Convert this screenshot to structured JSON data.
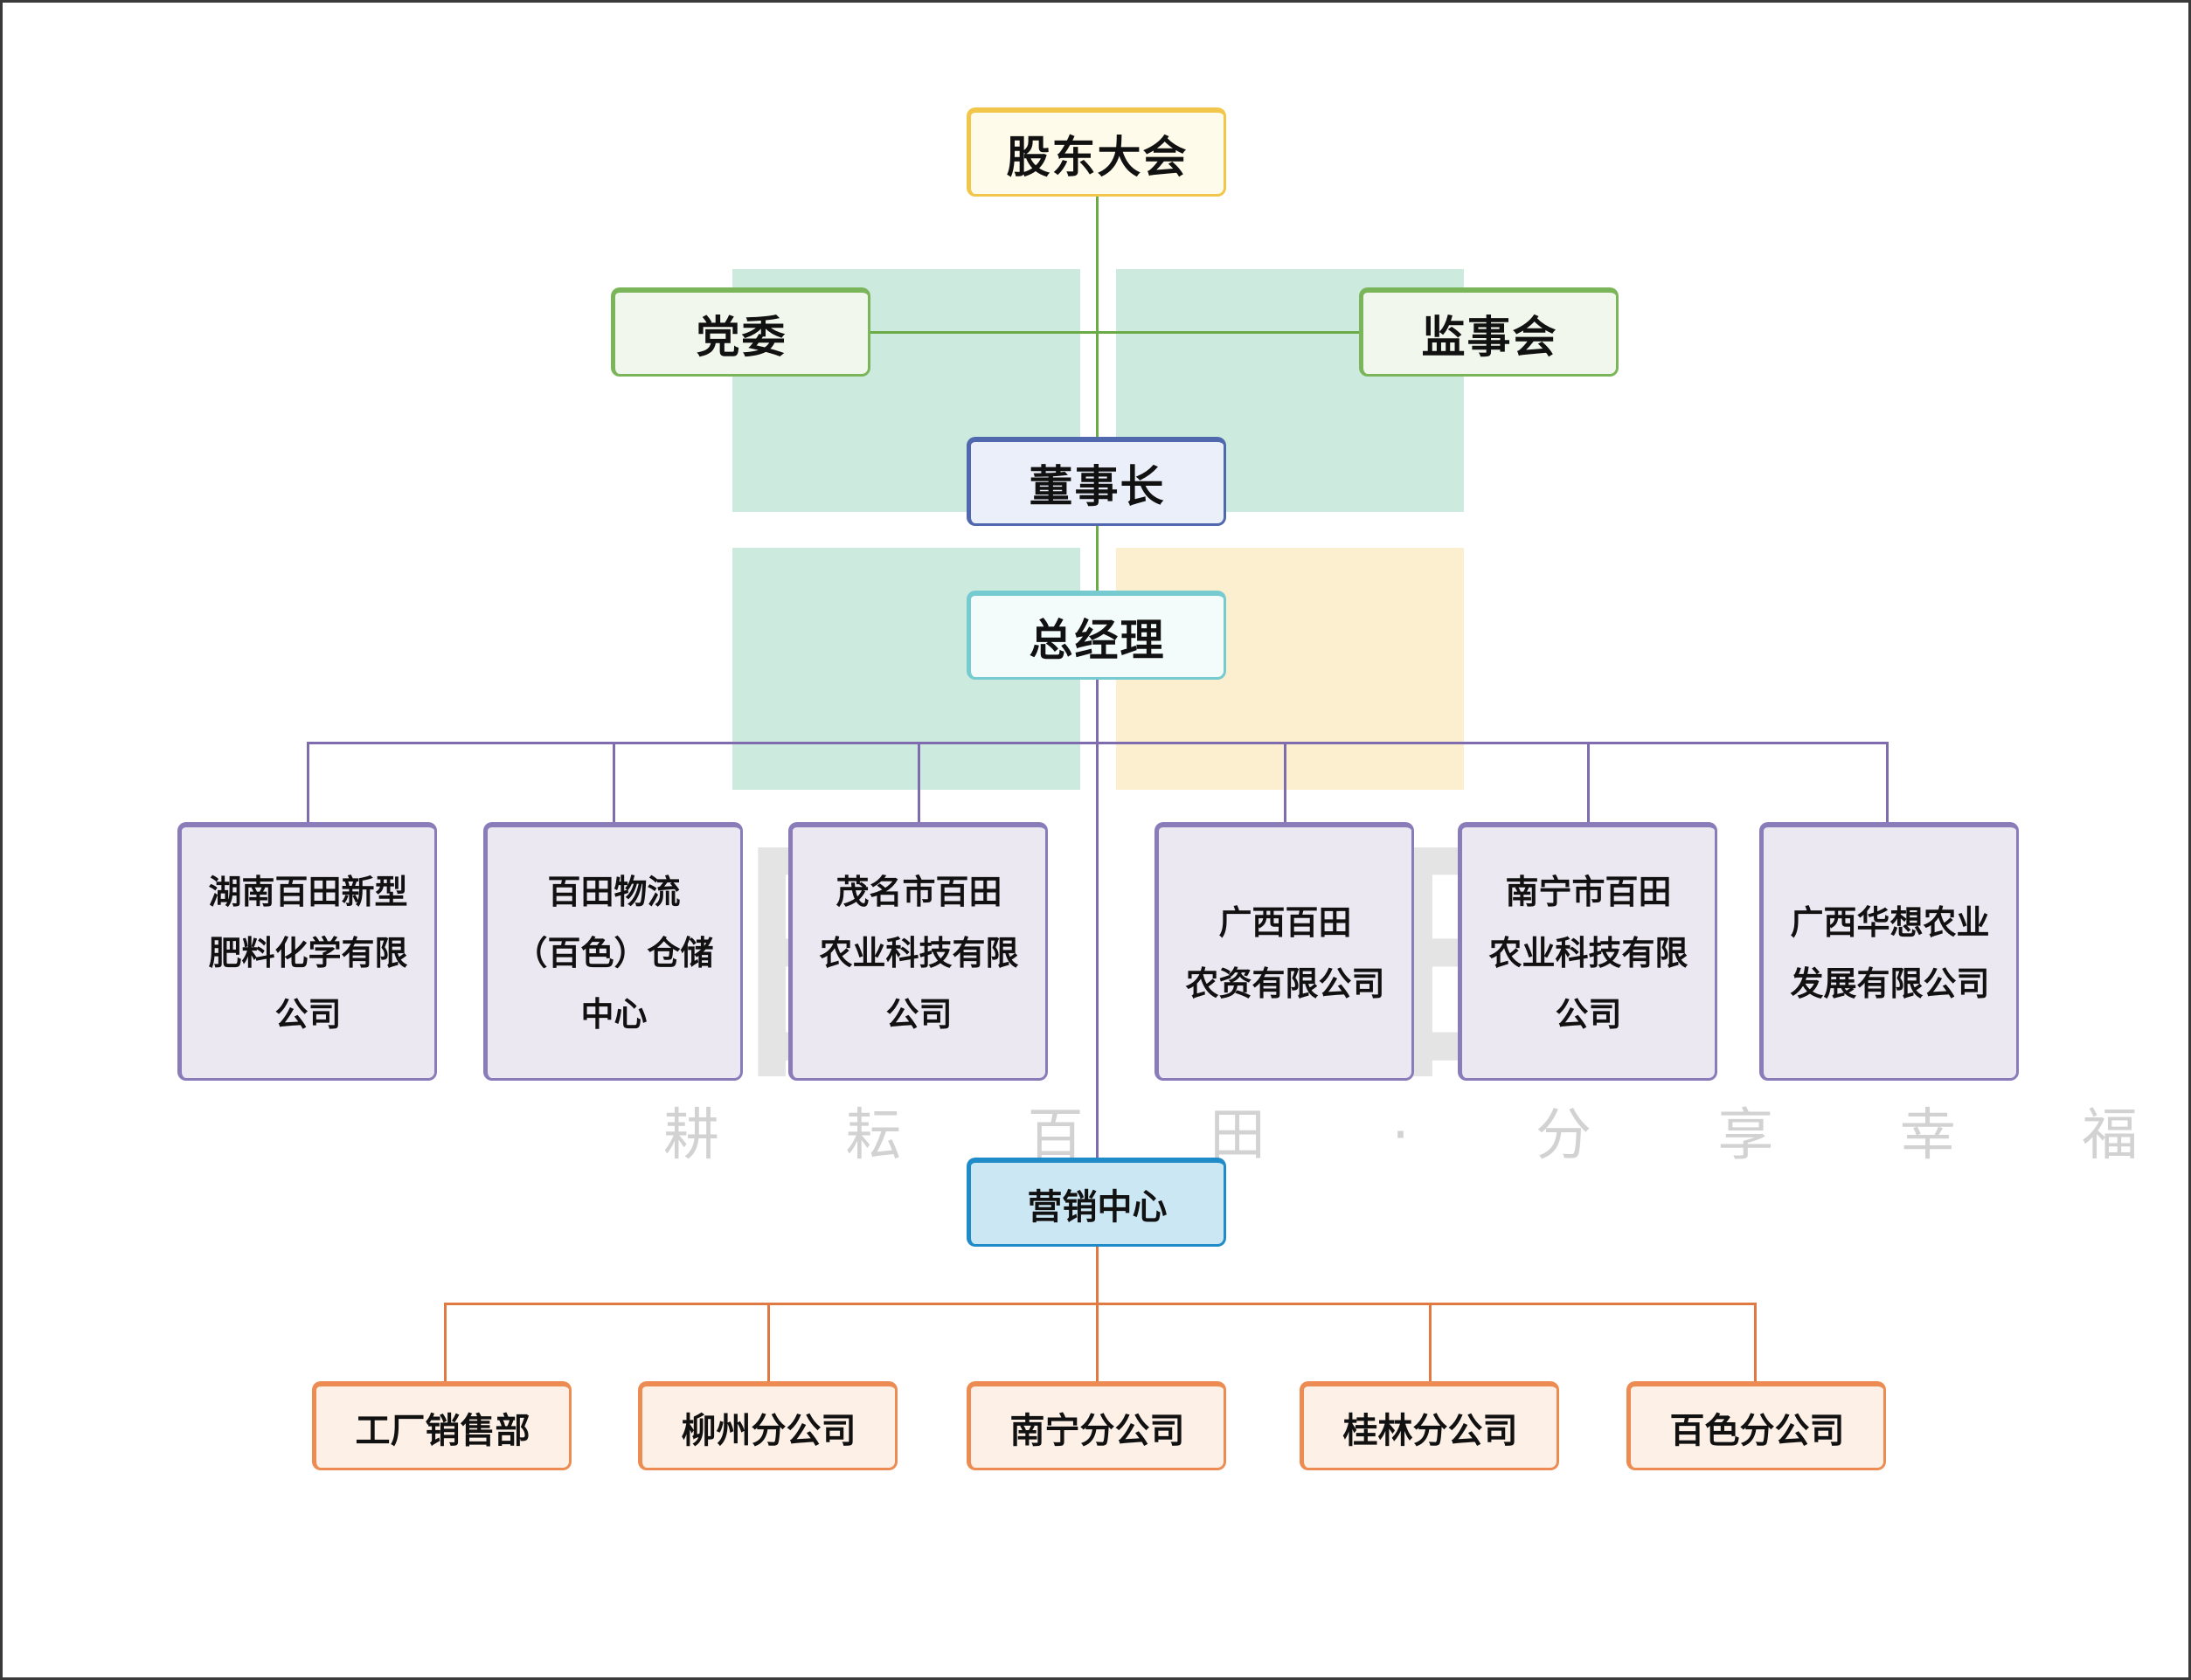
{
  "colors": {
    "board_top": "#f2c64a",
    "green": "#6aab47",
    "blue": "#5068ad",
    "teal": "#76cbd0",
    "purple": "#7e6cae",
    "sky": "#1f8bc9",
    "orange": "#e17a42"
  },
  "top": {
    "shareholders": "股东大会",
    "party_committee": "党委",
    "supervisory_board": "监事会",
    "chairman": "董事长",
    "general_manager": "总经理"
  },
  "subsidiaries": [
    {
      "lines": [
        "湖南百田新型",
        "肥料化学有限",
        "公司"
      ]
    },
    {
      "lines": [
        "百田物流",
        "（百色）仓储",
        "中心"
      ]
    },
    {
      "lines": [
        "茂名市百田",
        "农业科技有限",
        "公司"
      ]
    },
    {
      "lines": [
        "广西百田",
        "农资有限公司"
      ]
    },
    {
      "lines": [
        "南宁市百田",
        "农业科技有限",
        "公司"
      ]
    },
    {
      "lines": [
        "广西华想农业",
        "发展有限公司"
      ]
    }
  ],
  "marketing_center": "营销中心",
  "branches": [
    "工厂销售部",
    "柳州分公司",
    "南宁分公司",
    "桂林分公司",
    "百色分公司"
  ],
  "watermark": {
    "slogan": "耕 耘 百 田 · 分 享 幸 福"
  }
}
